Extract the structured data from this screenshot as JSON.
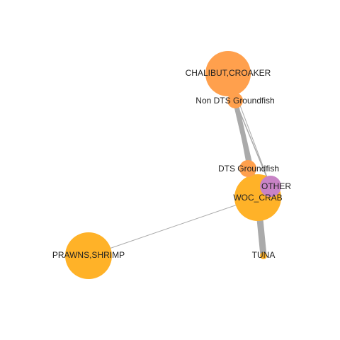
{
  "colors": {
    "orange_light": "#FFA04D",
    "orange_gold": "#FFB228",
    "purple": "#C883C6",
    "edge": "#AAAAAA"
  },
  "diagram": {
    "nodes": [
      {
        "id": "chalibut",
        "label": "CHALIBUT,CROAKER",
        "color": "#FFA04D"
      },
      {
        "id": "nondts",
        "label": "Non DTS Groundfish",
        "color": "#FFA04D"
      },
      {
        "id": "dts",
        "label": "DTS Groundfish",
        "color": "#FFA04D"
      },
      {
        "id": "other",
        "label": "OTHER",
        "color": "#C883C6"
      },
      {
        "id": "woc",
        "label": "WOC_CRAB",
        "color": "#FFB228"
      },
      {
        "id": "prawns",
        "label": "PRAWNS,SHRIMP",
        "color": "#FFB228"
      },
      {
        "id": "tuna",
        "label": "TUNA",
        "color": "#FFB228"
      }
    ],
    "edges": [
      {
        "from": "chalibut",
        "to": "nondts"
      },
      {
        "from": "nondts",
        "to": "woc"
      },
      {
        "from": "nondts",
        "to": "other"
      },
      {
        "from": "nondts",
        "to": "dts"
      },
      {
        "from": "chalibut",
        "to": "other"
      },
      {
        "from": "dts",
        "to": "woc"
      },
      {
        "from": "other",
        "to": "woc"
      },
      {
        "from": "woc",
        "to": "tuna"
      },
      {
        "from": "prawns",
        "to": "woc"
      }
    ]
  }
}
